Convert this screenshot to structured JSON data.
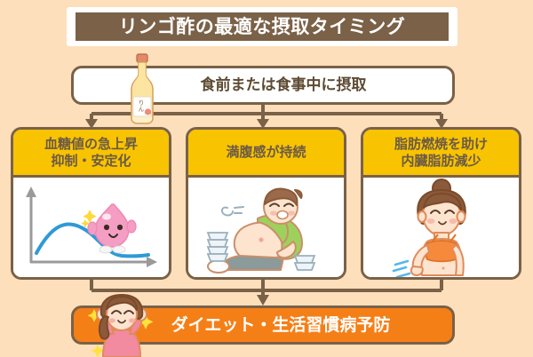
{
  "page": {
    "background_color": "#fddfbb",
    "title": "リンゴ酢の最適な摂取タイミング",
    "title_bg": "#7a6147",
    "title_text_color": "#ffffff"
  },
  "subtitle": {
    "text": "食前または食事中に摂取",
    "icon": "vinegar-bottle-icon",
    "bottle_label": "りんご酢"
  },
  "cards": [
    {
      "id": "blood-sugar",
      "heading_line1": "血糖値の急上昇",
      "heading_line2": "抑制・安定化",
      "heading_bg": "#f8c300",
      "heading_text_color": "#6b5a46",
      "illustration": "blood-sugar-curve-chart-with-blood-drop-character"
    },
    {
      "id": "satiety",
      "heading_line1": "満腹感が持続",
      "heading_line2": "",
      "heading_bg": "#f8c300",
      "heading_text_color": "#6b5a46",
      "illustration": "full-stomach-man-sitting-with-empty-bowls"
    },
    {
      "id": "fat-burning",
      "heading_line1": "脂肪燃焼を助け",
      "heading_line2": "内臓脂肪減少",
      "heading_bg": "#f8c300",
      "heading_text_color": "#6b5a46",
      "illustration": "slim-woman-in-orange-sports-bra"
    }
  ],
  "banner": {
    "text": "ダイエット・生活習慣病予防",
    "background": "#f57f17",
    "text_color": "#ffffff",
    "icon": "cheering-girl-icon"
  },
  "flow": {
    "arrow_color": "#7a6147",
    "top_branches": 3,
    "bottom_merge": 1
  }
}
